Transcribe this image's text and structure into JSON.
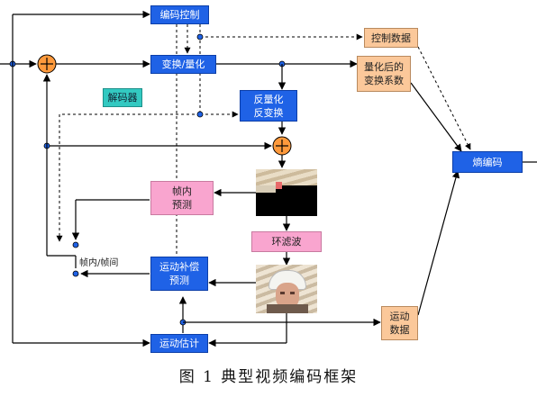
{
  "blocks": {
    "encode_control": "编码控制",
    "transform_quant": "变换/量化",
    "decoder": "解码器",
    "inv_quant_transform": "反量化\n反变换",
    "intra_pred": "帧内\n预测",
    "loop_filter": "环滤波",
    "mc_pred": "运动补偿\n预测",
    "motion_est": "运动估计",
    "entropy": "熵编码",
    "control_data": "控制数据",
    "quant_coeffs": "量化后的\n变换系数",
    "motion_data": "运动\n数据"
  },
  "labels": {
    "intra_inter": "帧内/帧间"
  },
  "caption": "图  1  典型视频编码框架",
  "colors": {
    "blue_block": "#1f62e6",
    "pink_block": "#f9a5cf",
    "tan_block": "#fbc89a",
    "teal_block": "#33c9c1",
    "line": "#000000"
  }
}
